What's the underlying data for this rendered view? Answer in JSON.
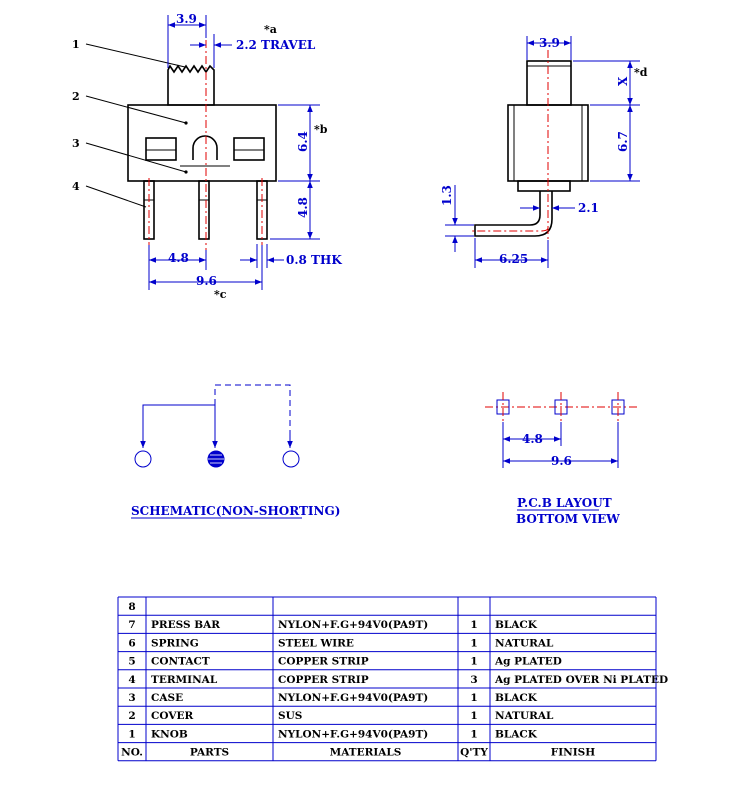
{
  "top_left_view": {
    "callouts": [
      "1",
      "2",
      "3",
      "4"
    ],
    "dims": {
      "width_top": "3.9",
      "travel_mark": "*a",
      "travel": "2.2 TRAVEL",
      "height_body": "6.4",
      "height_body_mark": "*b",
      "pin_length": "4.8",
      "pitch": "4.8",
      "thickness": "0.8 THK",
      "overall_width": "9.6",
      "overall_mark": "*c"
    }
  },
  "top_right_view": {
    "dims": {
      "width_top": "3.9",
      "knob_height": "X",
      "knob_mark": "*d",
      "body_height": "6.7",
      "bend_height": "1.3",
      "bend_offset": "2.1",
      "foot_length": "6.25"
    }
  },
  "schematic": {
    "caption": "SCHEMATIC(NON-SHORTING)"
  },
  "pcb_layout": {
    "caption_line1": "P.C.B LAYOUT",
    "caption_line2": "BOTTOM VIEW",
    "pitch": "4.8",
    "overall": "9.6"
  },
  "parts_table": {
    "headers": [
      "NO.",
      "PARTS",
      "MATERIALS",
      "Q'TY",
      "FINISH"
    ],
    "rows": [
      [
        "8",
        "",
        "",
        "",
        ""
      ],
      [
        "7",
        "PRESS BAR",
        "NYLON+F.G+94V0(PA9T)",
        "1",
        "BLACK"
      ],
      [
        "6",
        "SPRING",
        "STEEL WIRE",
        "1",
        "NATURAL"
      ],
      [
        "5",
        "CONTACT",
        "COPPER STRIP",
        "1",
        "Ag PLATED"
      ],
      [
        "4",
        "TERMINAL",
        "COPPER STRIP",
        "3",
        "Ag PLATED OVER Ni PLATED"
      ],
      [
        "3",
        "CASE",
        "NYLON+F.G+94V0(PA9T)",
        "1",
        "BLACK"
      ],
      [
        "2",
        "COVER",
        "SUS",
        "1",
        "NATURAL"
      ],
      [
        "1",
        "KNOB",
        "NYLON+F.G+94V0(PA9T)",
        "1",
        "BLACK"
      ]
    ]
  }
}
